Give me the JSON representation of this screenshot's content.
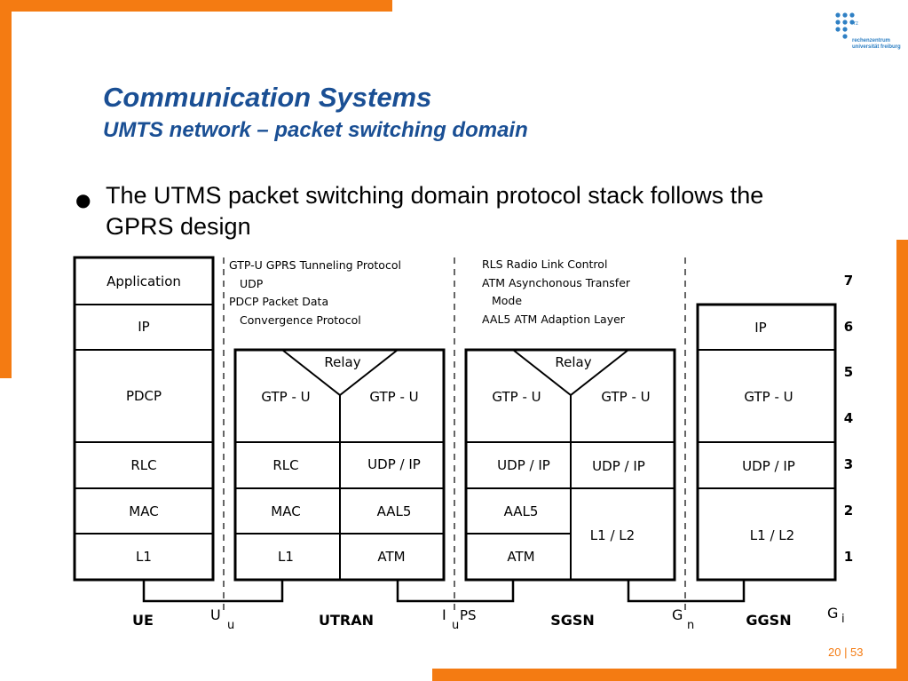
{
  "slide": {
    "title": "Communication Systems",
    "subtitle": "UMTS network – packet switching domain",
    "bullet": "The UTMS packet switching domain protocol stack follows the GPRS design",
    "logo_text": [
      "rz",
      "rechenzentrum",
      "universität freiburg"
    ],
    "page": "20 | 53"
  },
  "colors": {
    "accent": "#f47b12",
    "title": "#1a4f94"
  },
  "diagram": {
    "legend_left": [
      "GTP-U GPRS Tunneling Protocol",
      "UDP",
      "PDCP Packet Data",
      "Convergence Protocol"
    ],
    "legend_right": [
      "RLS Radio Link Control",
      "ATM Asynchonous Transfer",
      "Mode",
      "AAL5 ATM Adaption Layer"
    ],
    "ue": [
      "Application",
      "IP",
      "PDCP",
      "RLC",
      "MAC",
      "L1"
    ],
    "utran": {
      "relay": "Relay",
      "left": [
        "GTP - U",
        "RLC",
        "MAC",
        "L1"
      ],
      "right": [
        "GTP - U",
        "UDP / IP",
        "AAL5",
        "ATM"
      ]
    },
    "sgsn": {
      "relay": "Relay",
      "left": [
        "GTP - U",
        "UDP / IP",
        "AAL5",
        "ATM"
      ],
      "right": [
        "GTP - U",
        "UDP / IP",
        "L1 / L2"
      ]
    },
    "ggsn": [
      "IP",
      "GTP - U",
      "UDP / IP",
      "L1 / L2"
    ],
    "layers": [
      "7",
      "6",
      "5",
      "4",
      "3",
      "2",
      "1"
    ],
    "nodes": [
      "UE",
      "UTRAN",
      "SGSN",
      "GGSN"
    ],
    "interfaces": {
      "uu": {
        "main": "U",
        "sub": "u"
      },
      "iups": {
        "main": "I",
        "sub": "u",
        "tail": "PS"
      },
      "gn": {
        "main": "G",
        "sub": "n"
      },
      "gi": {
        "main": "G",
        "sub": "i"
      }
    }
  }
}
